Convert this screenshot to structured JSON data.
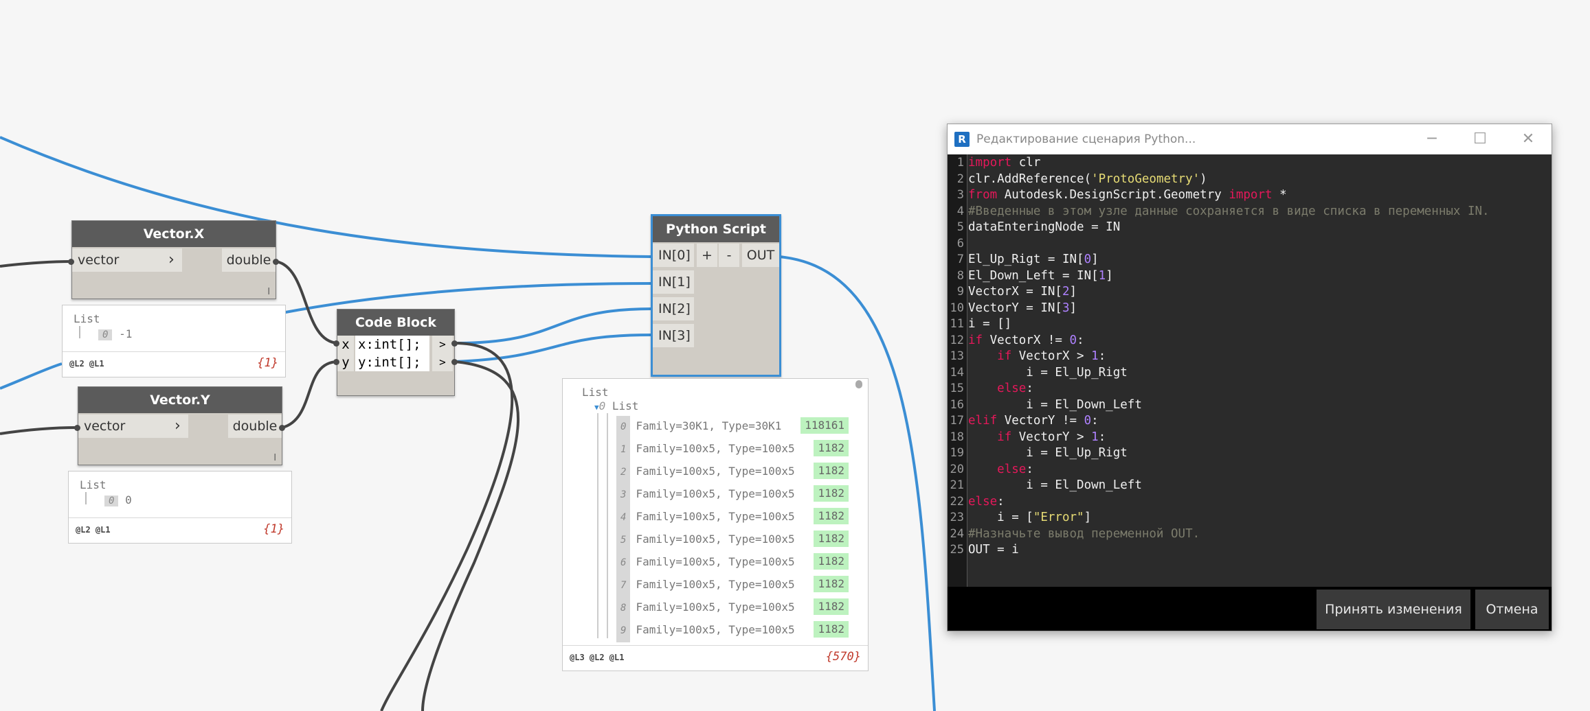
{
  "nodes": {
    "vector_x": {
      "title": "Vector.X",
      "input": "vector",
      "output": "double",
      "lacing": "l"
    },
    "vector_y": {
      "title": "Vector.Y",
      "input": "vector",
      "output": "double",
      "lacing": "l"
    },
    "code_block": {
      "title": "Code Block",
      "inputs": [
        "x",
        "y"
      ],
      "lines": [
        "x:int[];",
        "y:int[];"
      ],
      "out": ">"
    },
    "python_script": {
      "title": "Python Script",
      "inputs": [
        "IN[0]",
        "IN[1]",
        "IN[2]",
        "IN[3]"
      ],
      "add": "+",
      "remove": "-",
      "output": "OUT"
    }
  },
  "previews": {
    "vector_x": {
      "header": "List",
      "index": "0",
      "value": "-1",
      "levels": "@L2 @L1",
      "count": "{1}"
    },
    "vector_y": {
      "header": "List",
      "index": "0",
      "value": "0",
      "levels": "@L2 @L1",
      "count": "{1}"
    },
    "python": {
      "header": "List",
      "sublist": "List",
      "levels": "@L3 @L2 @L1",
      "count": "{570}",
      "items": [
        {
          "index": "0",
          "text": "Family=30K1, Type=30K1",
          "value": "118161"
        },
        {
          "index": "1",
          "text": "Family=100x5, Type=100x5",
          "value": "1182"
        },
        {
          "index": "2",
          "text": "Family=100x5, Type=100x5",
          "value": "1182"
        },
        {
          "index": "3",
          "text": "Family=100x5, Type=100x5",
          "value": "1182"
        },
        {
          "index": "4",
          "text": "Family=100x5, Type=100x5",
          "value": "1182"
        },
        {
          "index": "5",
          "text": "Family=100x5, Type=100x5",
          "value": "1182"
        },
        {
          "index": "6",
          "text": "Family=100x5, Type=100x5",
          "value": "1182"
        },
        {
          "index": "7",
          "text": "Family=100x5, Type=100x5",
          "value": "1182"
        },
        {
          "index": "8",
          "text": "Family=100x5, Type=100x5",
          "value": "1182"
        },
        {
          "index": "9",
          "text": "Family=100x5, Type=100x5",
          "value": "1182"
        }
      ]
    }
  },
  "editor": {
    "app_icon": "R",
    "title": "Редактирование сценария Python...",
    "minimize": "─",
    "maximize": "☐",
    "close": "✕",
    "accept_label": "Принять изменения",
    "cancel_label": "Отмена",
    "code": [
      [
        {
          "t": "import",
          "c": "kw"
        },
        {
          "t": " clr"
        }
      ],
      [
        {
          "t": "clr.AddReference("
        },
        {
          "t": "'ProtoGeometry'",
          "c": "str"
        },
        {
          "t": ")"
        }
      ],
      [
        {
          "t": "from",
          "c": "kw"
        },
        {
          "t": " Autodesk.DesignScript.Geometry "
        },
        {
          "t": "import",
          "c": "kw"
        },
        {
          "t": " *"
        }
      ],
      [
        {
          "t": "#Введенные в этом узле данные сохраняется в виде списка в переменных IN.",
          "c": "cm"
        }
      ],
      [
        {
          "t": "dataEnteringNode = IN"
        }
      ],
      [
        {
          "t": ""
        }
      ],
      [
        {
          "t": "El_Up_Rigt = IN["
        },
        {
          "t": "0",
          "c": "num"
        },
        {
          "t": "]"
        }
      ],
      [
        {
          "t": "El_Down_Left = IN["
        },
        {
          "t": "1",
          "c": "num"
        },
        {
          "t": "]"
        }
      ],
      [
        {
          "t": "VectorX = IN["
        },
        {
          "t": "2",
          "c": "num"
        },
        {
          "t": "]"
        }
      ],
      [
        {
          "t": "VectorY = IN["
        },
        {
          "t": "3",
          "c": "num"
        },
        {
          "t": "]"
        }
      ],
      [
        {
          "t": "i = []"
        }
      ],
      [
        {
          "t": "if",
          "c": "kw"
        },
        {
          "t": " VectorX != "
        },
        {
          "t": "0",
          "c": "num"
        },
        {
          "t": ":"
        }
      ],
      [
        {
          "t": "    "
        },
        {
          "t": "if",
          "c": "kw"
        },
        {
          "t": " VectorX > "
        },
        {
          "t": "1",
          "c": "num"
        },
        {
          "t": ":"
        }
      ],
      [
        {
          "t": "        i = El_Up_Rigt"
        }
      ],
      [
        {
          "t": "    "
        },
        {
          "t": "else",
          "c": "kw"
        },
        {
          "t": ":"
        }
      ],
      [
        {
          "t": "        i = El_Down_Left"
        }
      ],
      [
        {
          "t": "elif",
          "c": "kw"
        },
        {
          "t": " VectorY != "
        },
        {
          "t": "0",
          "c": "num"
        },
        {
          "t": ":"
        }
      ],
      [
        {
          "t": "    "
        },
        {
          "t": "if",
          "c": "kw"
        },
        {
          "t": " VectorY > "
        },
        {
          "t": "1",
          "c": "num"
        },
        {
          "t": ":"
        }
      ],
      [
        {
          "t": "        i = El_Up_Rigt"
        }
      ],
      [
        {
          "t": "    "
        },
        {
          "t": "else",
          "c": "kw"
        },
        {
          "t": ":"
        }
      ],
      [
        {
          "t": "        i = El_Down_Left"
        }
      ],
      [
        {
          "t": "else",
          "c": "kw"
        },
        {
          "t": ":"
        }
      ],
      [
        {
          "t": "    i = ["
        },
        {
          "t": "\"Error\"",
          "c": "str"
        },
        {
          "t": "]"
        }
      ],
      [
        {
          "t": "#Назначьте вывод переменной OUT.",
          "c": "cm"
        }
      ],
      [
        {
          "t": "OUT = i"
        }
      ]
    ]
  }
}
